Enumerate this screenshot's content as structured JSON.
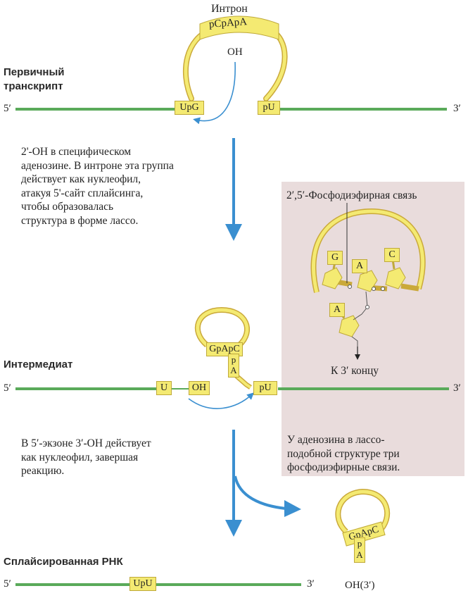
{
  "top": {
    "intron_label": "Интрон",
    "intron_cap": "pCpApA",
    "oh_label": "OH",
    "heading_lines": [
      "Первичный",
      "транскрипт"
    ],
    "five_prime": "5′",
    "three_prime": "3′",
    "upg": "UpG",
    "pu": "pU"
  },
  "step1_note": [
    "2'-OH в специфическом",
    "аденозине. В интроне эта группа",
    "действует как нуклеофил,",
    "атакуя 5'-сайт сплайсинга,",
    "чтобы образовалась",
    "структура в форме лассо."
  ],
  "panel": {
    "title": "2′,5′-Фосфодиэфирная связь",
    "g": "G",
    "a_top": "A",
    "c": "C",
    "a_bottom": "A",
    "three_end": "К 3′ концу",
    "note": [
      "У аденозина в лассо-",
      "подобной структуре три",
      "фосфодиэфирные связи."
    ]
  },
  "intermediate": {
    "heading": "Интермедиат",
    "five_prime": "5′",
    "three_prime": "3′",
    "u": "U",
    "oh": "OH",
    "pu": "pU",
    "gpapc": "GpApC",
    "p": "p",
    "a": "A"
  },
  "step2_note": [
    "В 5′-экзоне 3′-OH действует",
    "как нуклеофил, завершая",
    "реакцию."
  ],
  "spliced": {
    "heading": "Сплайсированная РНК",
    "five_prime": "5′",
    "three_prime": "3′",
    "upu": "UpU",
    "gpapc": "GpApC",
    "p": "p",
    "a": "A",
    "oh3": "OH(3′)"
  },
  "colors": {
    "exon_green": "#5aaa5a",
    "arrow_blue": "#3a8fd0",
    "nucleotide_yellow": "#f4ea72",
    "panel_bg": "#e9dcdc"
  }
}
